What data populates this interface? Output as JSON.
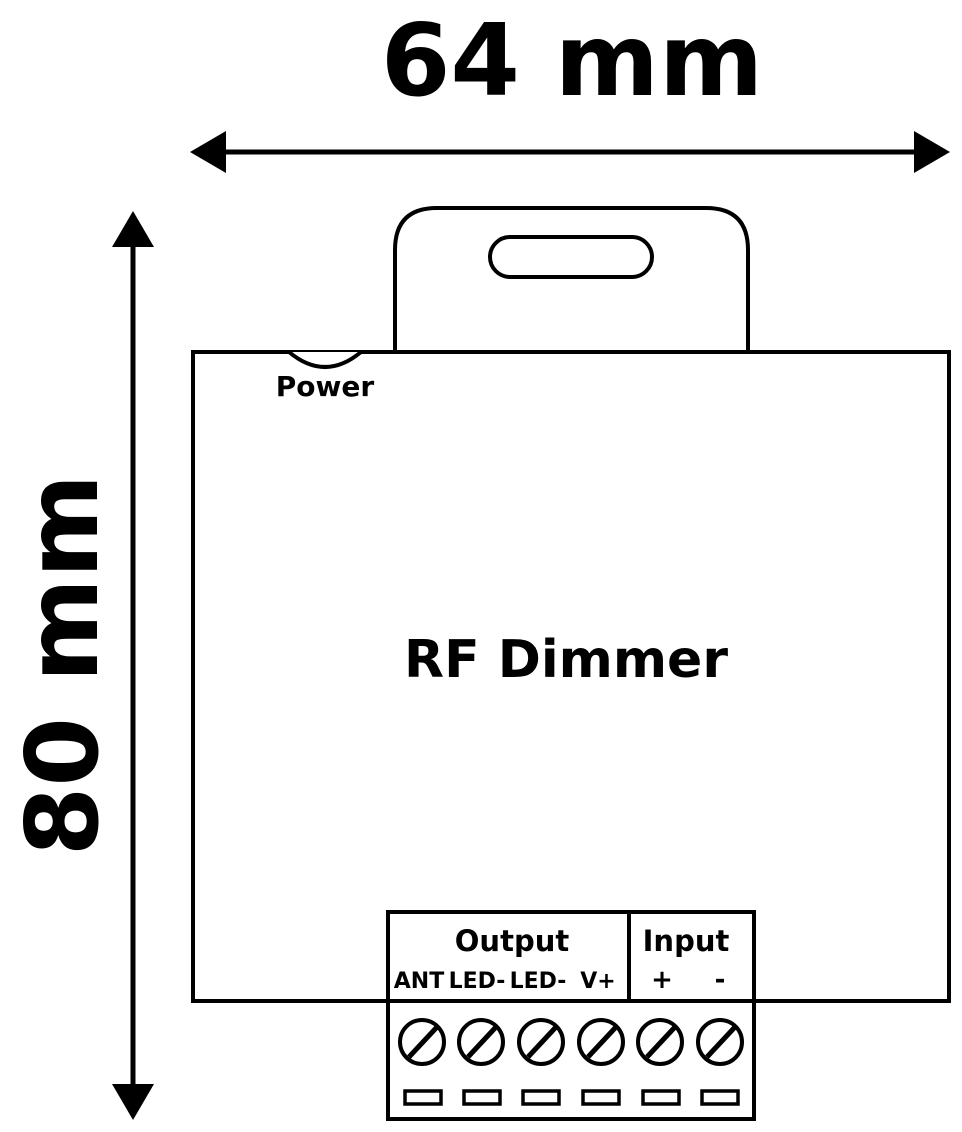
{
  "dimensions": {
    "width_label": "64 mm",
    "height_label": "80 mm"
  },
  "device": {
    "title": "RF Dimmer",
    "power_label": "Power"
  },
  "terminal_block": {
    "output_header": "Output",
    "input_header": "Input",
    "output_terminals": [
      "ANT",
      "LED-",
      "LED-",
      "V+"
    ],
    "input_terminals": [
      "+",
      "-"
    ]
  },
  "colors": {
    "line": "#000000",
    "fill": "#ffffff"
  },
  "icons": {
    "terminal_screw": "slotted-screw-icon",
    "arrows": "double-headed-arrow"
  }
}
